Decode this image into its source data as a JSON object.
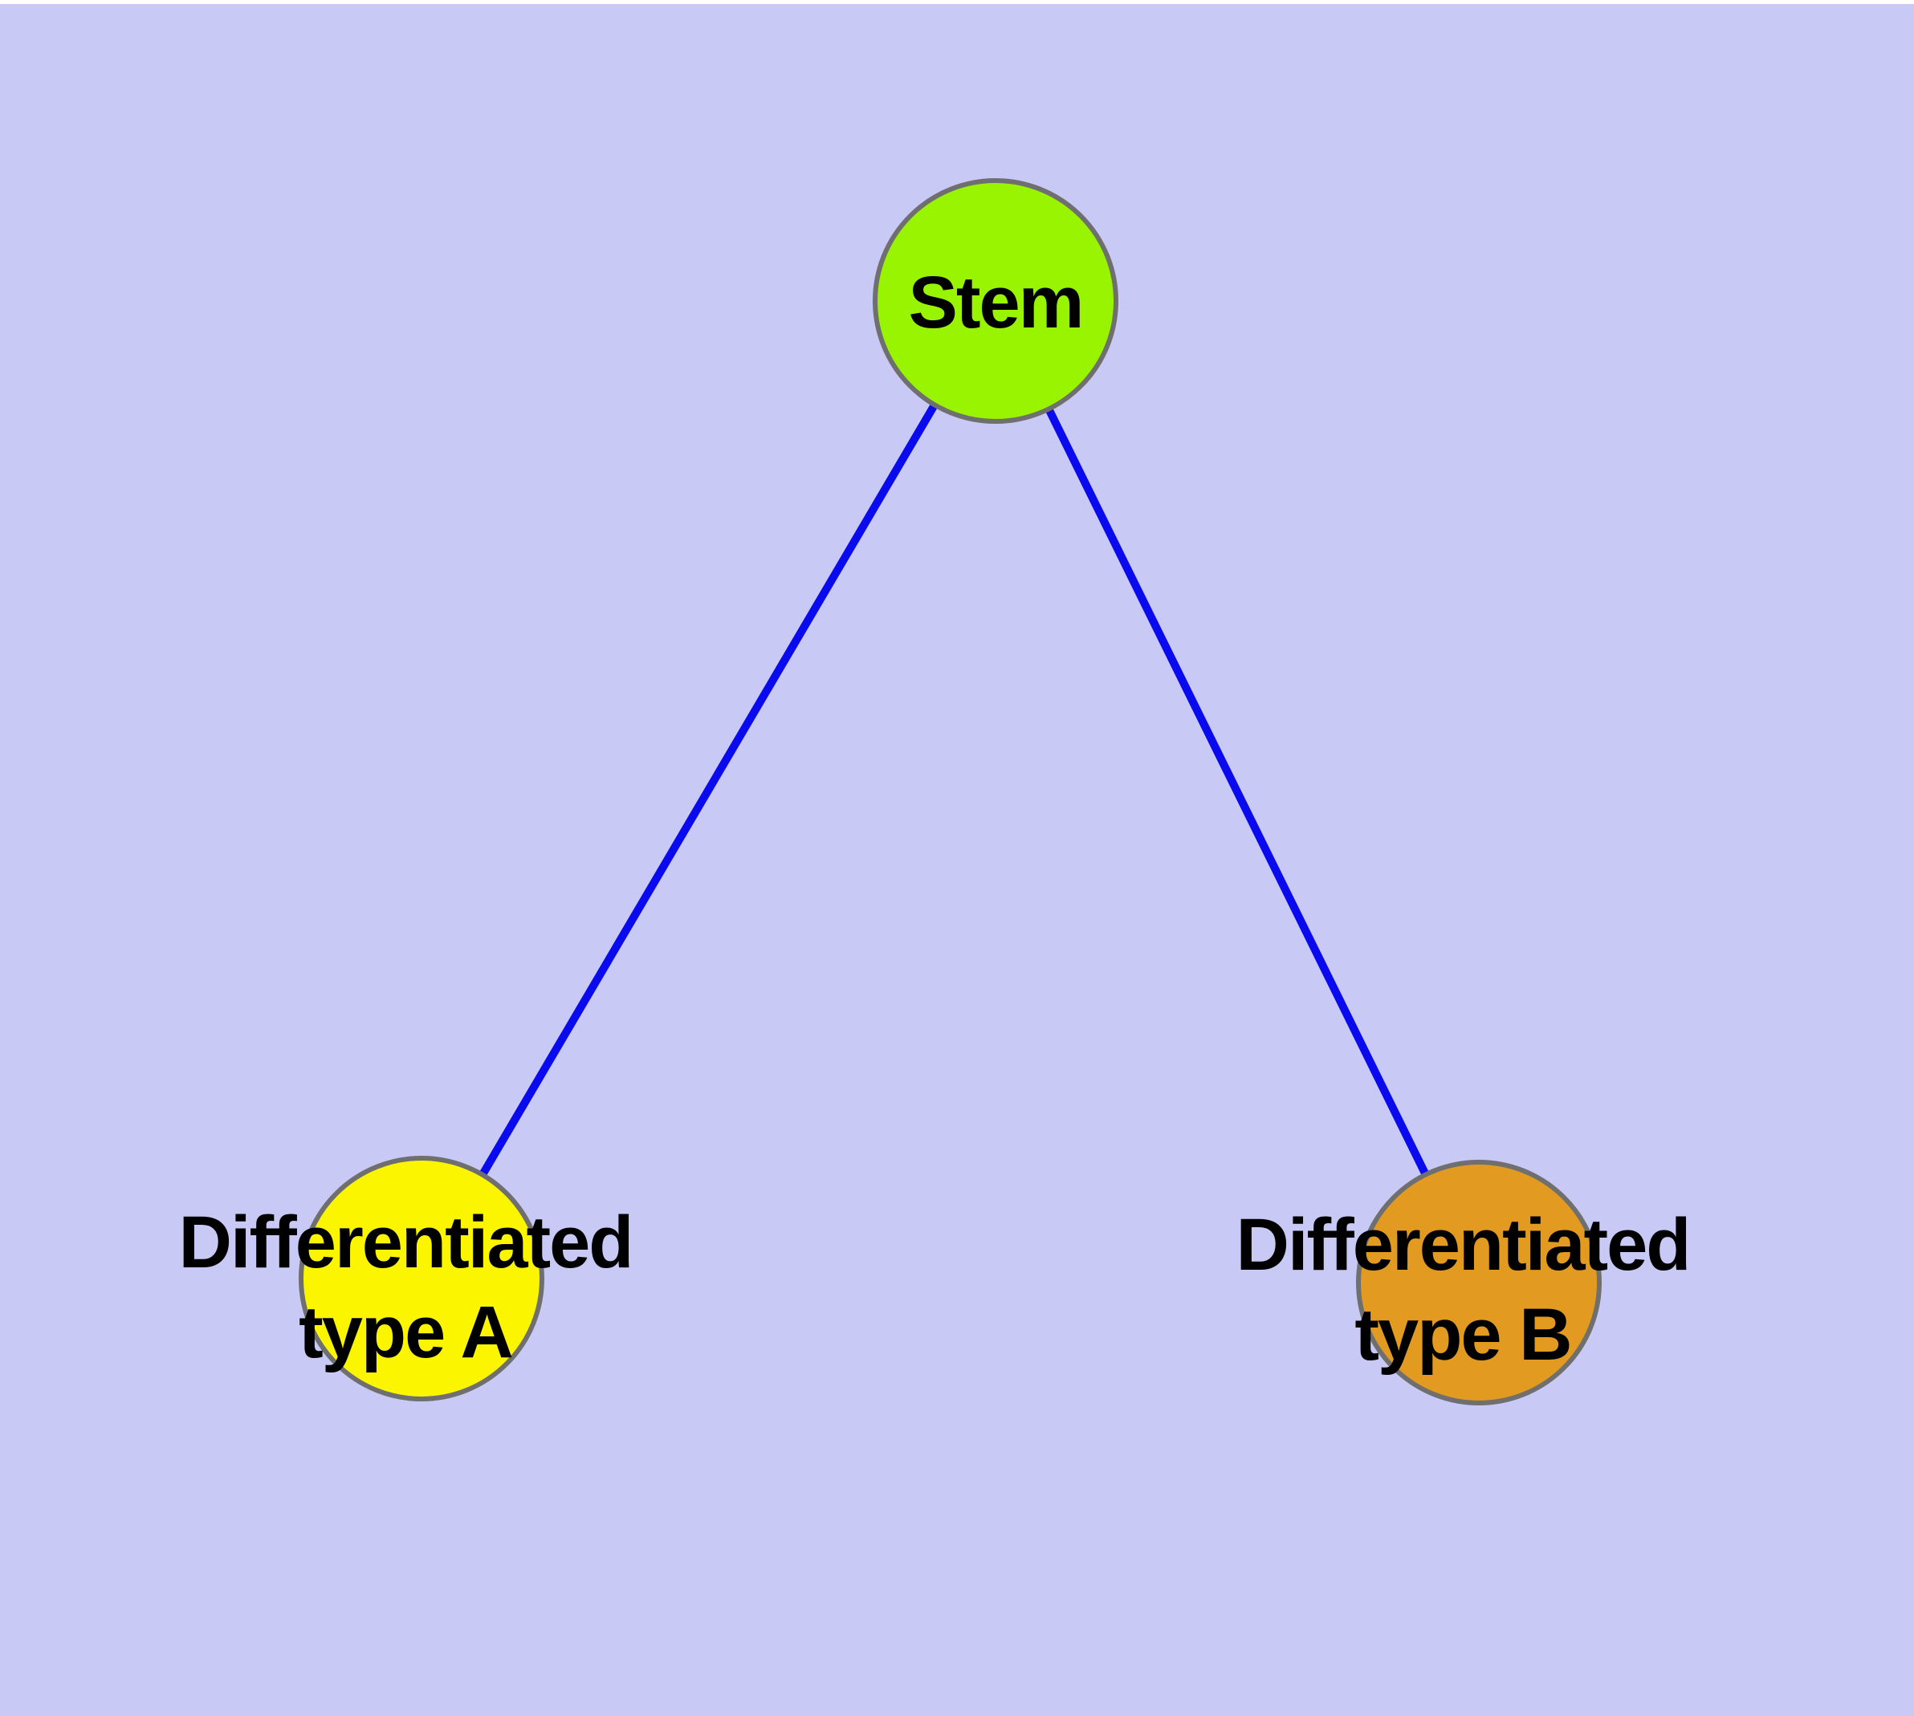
{
  "diagram": {
    "type": "graph",
    "background_color": "#C9C9F5",
    "top_margin_color": "#FFFFFF",
    "edge_color": "#0A0AEF",
    "node_border_color": "#6F6F6F",
    "text_color": "#000000",
    "nodes": [
      {
        "id": "stem",
        "label": "Stem",
        "lines": [
          "Stem"
        ],
        "color": "#98F400"
      },
      {
        "id": "differentiated-type-a",
        "label": "Differentiated type A",
        "lines": [
          "Differentiated",
          "type A"
        ],
        "color": "#FCF500"
      },
      {
        "id": "differentiated-type-b",
        "label": "Differentiated type B",
        "lines": [
          "Differentiated",
          "type B"
        ],
        "color": "#E39A21"
      }
    ],
    "edges": [
      {
        "from": "stem",
        "to": "differentiated-type-a"
      },
      {
        "from": "stem",
        "to": "differentiated-type-b"
      }
    ]
  }
}
